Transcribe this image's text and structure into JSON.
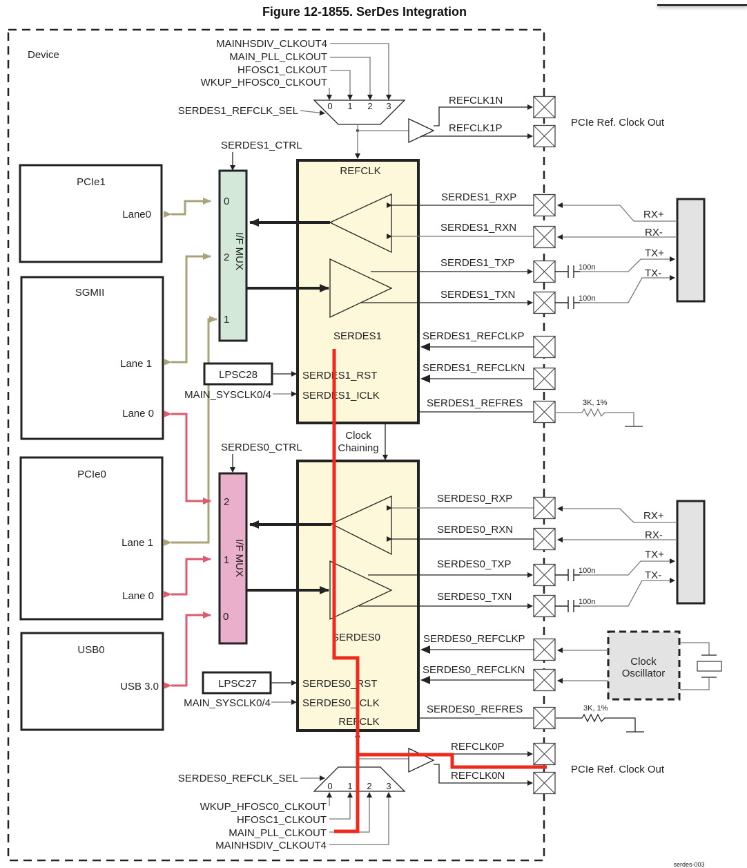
{
  "figure": {
    "title": "Figure 12-1855. SerDes Integration",
    "device_label": "Device",
    "footer_id": "serdes-003"
  },
  "top_mux": {
    "inputs": [
      "MAINHSDIV_CLKOUT4",
      "MAIN_PLL_CLKOUT",
      "HFOSC1_CLKOUT",
      "WKUP_HFOSC0_CLKOUT"
    ],
    "sel": "SERDES1_REFCLK_SEL",
    "ports": [
      "0",
      "1",
      "2",
      "3"
    ],
    "out_n": "REFCLK1N",
    "out_p": "REFCLK1P",
    "pcie_out": "PCIe Ref. Clock Out"
  },
  "bottom_mux": {
    "inputs": [
      "WKUP_HFOSC0_CLKOUT",
      "HFOSC1_CLKOUT",
      "MAIN_PLL_CLKOUT",
      "MAINHSDIV_CLKOUT4"
    ],
    "sel": "SERDES0_REFCLK_SEL",
    "ports": [
      "0",
      "1",
      "2",
      "3"
    ],
    "out_p": "REFCLK0P",
    "out_n": "REFCLK0N",
    "pcie_out": "PCIe Ref. Clock Out"
  },
  "serdes1": {
    "name": "SERDES1",
    "refclk": "REFCLK",
    "ctrl": "SERDES1_CTRL",
    "rst": "SERDES1_RST",
    "iclk": "SERDES1_ICLK",
    "lpsc": "LPSC28",
    "sysclk": "MAIN_SYSCLK0/4",
    "pins": [
      "SERDES1_RXP",
      "SERDES1_RXN",
      "SERDES1_TXP",
      "SERDES1_TXN",
      "SERDES1_REFCLKP",
      "SERDES1_REFCLKN",
      "SERDES1_REFRES"
    ],
    "mux_label": "I/F MUX",
    "mux_ports": [
      "0",
      "2",
      "1"
    ],
    "mux_color": "#d3e8d8"
  },
  "serdes0": {
    "name": "SERDES0",
    "refclk": "REFCLK",
    "ctrl": "SERDES0_CTRL",
    "rst": "SERDES0_RST",
    "iclk": "SERDES0_ICLK",
    "lpsc": "LPSC27",
    "sysclk": "MAIN_SYSCLK0/4",
    "pins": [
      "SERDES0_RXP",
      "SERDES0_RXN",
      "SERDES0_TXP",
      "SERDES0_TXN",
      "SERDES0_REFCLKP",
      "SERDES0_REFCLKN",
      "SERDES0_REFRES"
    ],
    "mux_label": "I/F MUX",
    "mux_ports": [
      "2",
      "1",
      "0"
    ],
    "mux_color": "#eab0cb"
  },
  "clock_chaining": [
    "Clock",
    "Chaining"
  ],
  "connector": {
    "rx_p": "RX+",
    "rx_n": "RX-",
    "tx_p": "TX+",
    "tx_n": "TX-",
    "cap": "100n"
  },
  "resistor": "3K, 1%",
  "clock_osc": [
    "Clock",
    "Oscillator"
  ],
  "peripherals": {
    "pcie1": {
      "name": "PCIe1",
      "lane0": "Lane0"
    },
    "sgmii": {
      "name": "SGMII",
      "lane1": "Lane 1",
      "lane0": "Lane 0"
    },
    "pcie0": {
      "name": "PCIe0",
      "lane1": "Lane 1",
      "lane0": "Lane 0"
    },
    "usb0": {
      "name": "USB0",
      "port": "USB 3.0"
    }
  },
  "colors": {
    "serdes_fill": "#fdf8d9",
    "highlight_path": "#ee2a1e",
    "serdes1_lane_link": "#a8a27a",
    "serdes0_lane_link": "#e0586e",
    "connector_fill": "#e3e3e3"
  }
}
